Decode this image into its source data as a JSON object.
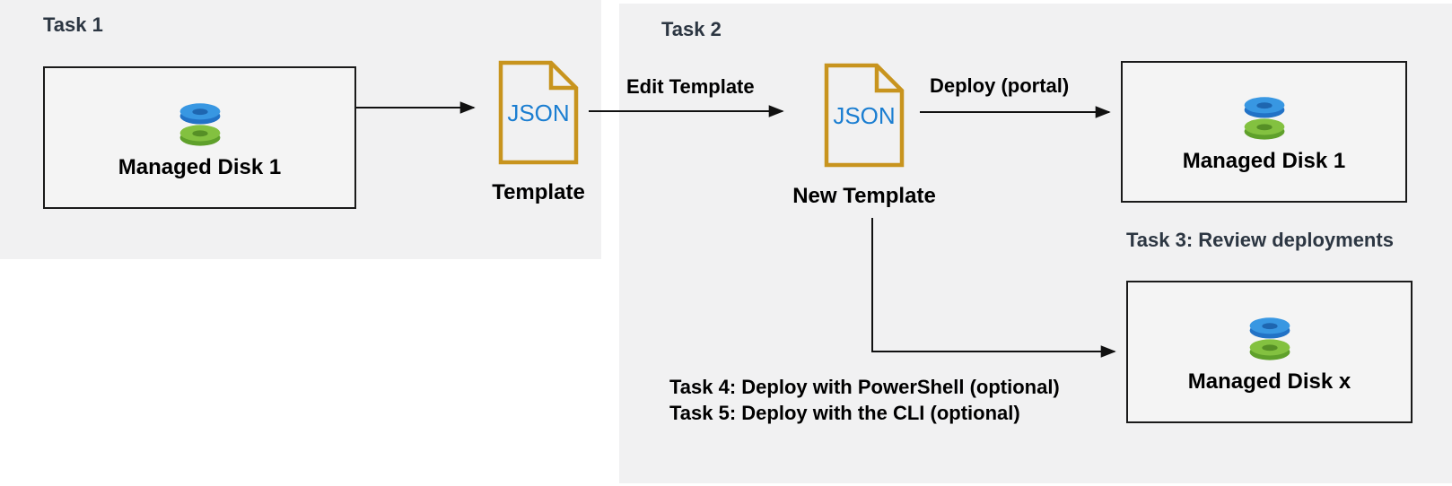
{
  "colors": {
    "panel_bg": "#F1F1F2",
    "task_title": "#2C3642",
    "label_black": "#000000",
    "box_border": "#1A1A1A",
    "arrow": "#111111",
    "json_doc_border": "#C8941E",
    "json_text_blue": "#1B7ED1",
    "disk_blue_top": "#3897E2",
    "disk_blue_side": "#2272C6",
    "disk_blue_hole": "#1E66B0",
    "disk_green_top": "#83C140",
    "disk_green_side": "#5FA02B",
    "disk_green_hole": "#568F26"
  },
  "panel1": {
    "title": "Task 1",
    "disk_box": {
      "label": "Managed Disk 1"
    },
    "template": {
      "file_type": "JSON",
      "label": "Template"
    }
  },
  "panel2": {
    "title": "Task 2",
    "edit_arrow_label": "Edit Template",
    "template": {
      "file_type": "JSON",
      "label": "New Template"
    },
    "deploy_arrow_label": "Deploy (portal)",
    "disk_box_top": {
      "label": "Managed Disk 1"
    },
    "task3_label": "Task 3: Review deployments",
    "disk_box_bottom": {
      "label": "Managed Disk x"
    },
    "task4_label": "Task 4: Deploy with PowerShell (optional)",
    "task5_label": "Task 5: Deploy with the CLI (optional)"
  }
}
